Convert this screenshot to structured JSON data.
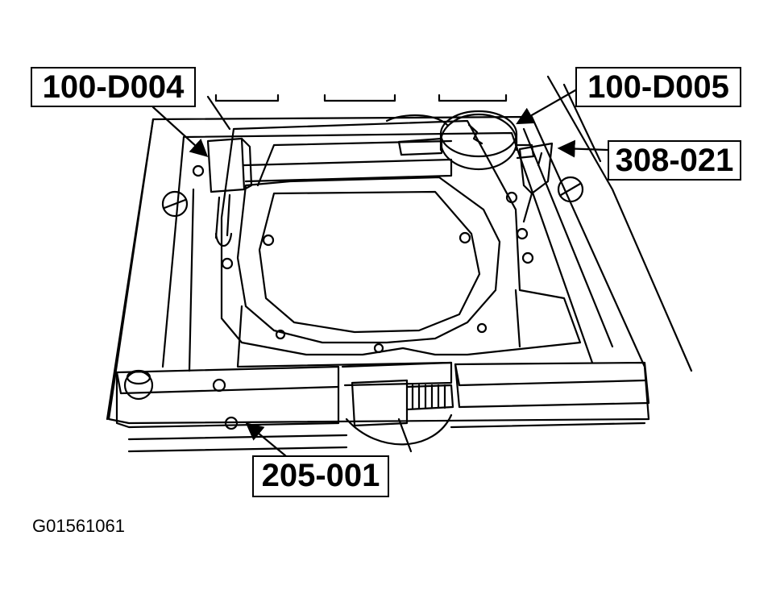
{
  "callouts": {
    "tool_100_d004": "100-D004",
    "tool_100_d005": "100-D005",
    "tool_308_021": "308-021",
    "tool_205_001": "205-001"
  },
  "figure_id": "G01561061"
}
